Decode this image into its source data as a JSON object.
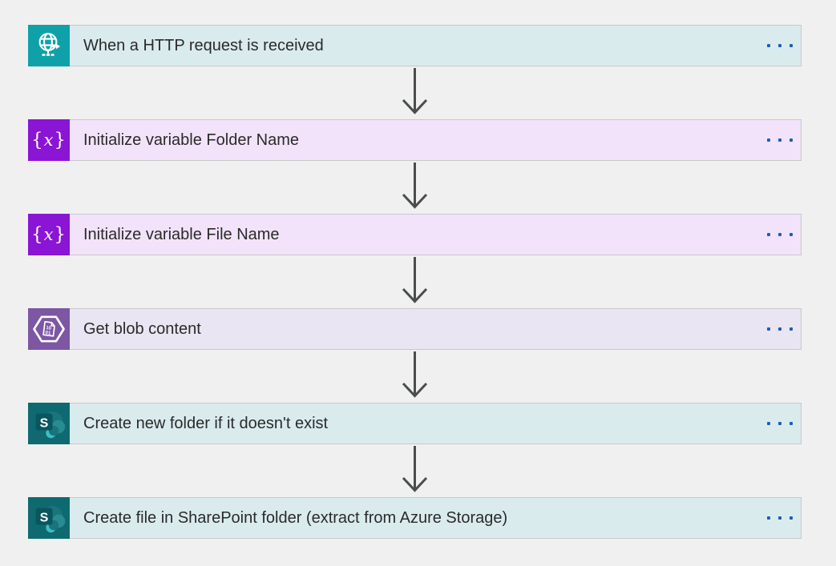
{
  "page": {
    "background_color": "#f0f0f1",
    "connector_color": "#4a4d4e",
    "menu_dots_color": "#1e5fb0"
  },
  "flow": {
    "steps": [
      {
        "label": "When a HTTP request is received",
        "icon": "http-request-globe-icon",
        "icon_color": "#0ea1a9",
        "bar_color": "#daebee",
        "menu_icon": "ellipsis-more-icon"
      },
      {
        "label": "Initialize variable Folder Name",
        "icon": "variable-icon",
        "icon_glyph": "{x}",
        "icon_color": "#8a15d4",
        "bar_color": "#f2e3fa",
        "menu_icon": "ellipsis-more-icon"
      },
      {
        "label": "Initialize variable File Name",
        "icon": "variable-icon",
        "icon_glyph": "{x}",
        "icon_color": "#8a15d4",
        "bar_color": "#f2e3fa",
        "menu_icon": "ellipsis-more-icon"
      },
      {
        "label": "Get blob content",
        "icon": "azure-blob-storage-icon",
        "icon_color": "#7d56a4",
        "bar_color": "#eae5f2",
        "menu_icon": "ellipsis-more-icon"
      },
      {
        "label": "Create new folder if it doesn't exist",
        "icon": "sharepoint-icon",
        "icon_color": "#0e6a70",
        "bar_color": "#daebee",
        "menu_icon": "ellipsis-more-icon"
      },
      {
        "label": "Create file in SharePoint folder (extract from Azure Storage)",
        "icon": "sharepoint-icon",
        "icon_color": "#0e6a70",
        "bar_color": "#daebee",
        "menu_icon": "ellipsis-more-icon"
      }
    ]
  }
}
